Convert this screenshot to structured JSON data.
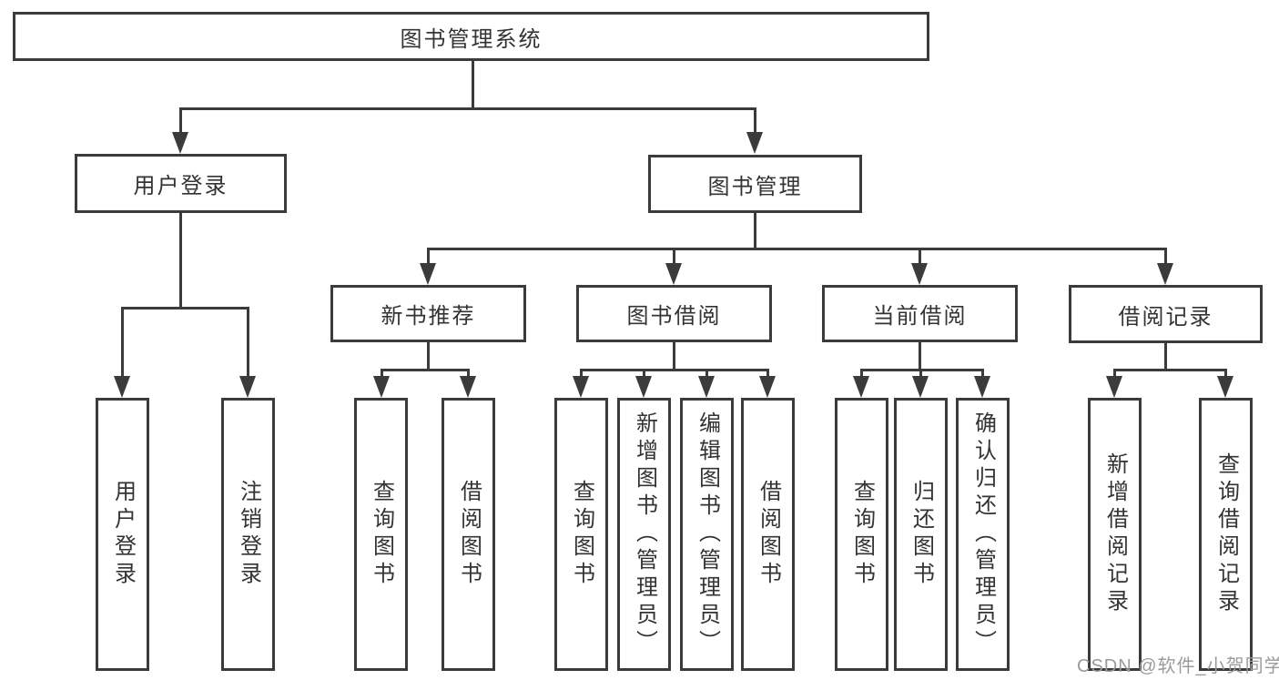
{
  "diagram": {
    "type": "hierarchy-tree",
    "root": {
      "label": "图书管理系统"
    },
    "level2": [
      {
        "label": "用户登录"
      },
      {
        "label": "图书管理"
      }
    ],
    "level3": [
      {
        "label": "新书推荐",
        "parent": "图书管理"
      },
      {
        "label": "图书借阅",
        "parent": "图书管理"
      },
      {
        "label": "当前借阅",
        "parent": "图书管理"
      },
      {
        "label": "借阅记录",
        "parent": "图书管理"
      }
    ],
    "leaves": [
      {
        "label": "用户登录",
        "parent": "用户登录"
      },
      {
        "label": "注销登录",
        "parent": "用户登录"
      },
      {
        "label": "查询图书",
        "parent": "新书推荐"
      },
      {
        "label": "借阅图书",
        "parent": "新书推荐"
      },
      {
        "label": "查询图书",
        "parent": "图书借阅"
      },
      {
        "label": "新增图书（管理员）",
        "parent": "图书借阅"
      },
      {
        "label": "编辑图书（管理员）",
        "parent": "图书借阅"
      },
      {
        "label": "借阅图书",
        "parent": "图书借阅"
      },
      {
        "label": "查询图书",
        "parent": "当前借阅"
      },
      {
        "label": "归还图书",
        "parent": "当前借阅"
      },
      {
        "label": "确认归还（管理员）",
        "parent": "当前借阅"
      },
      {
        "label": "新增借阅记录",
        "parent": "借阅记录"
      },
      {
        "label": "查询借阅记录",
        "parent": "借阅记录"
      }
    ],
    "colors": {
      "line": "#3b3b3b",
      "text": "#333333",
      "background": "#ffffff"
    }
  },
  "watermark": {
    "text": "CSDN @软件_小贺同学",
    "color": "#9b9b9b"
  }
}
